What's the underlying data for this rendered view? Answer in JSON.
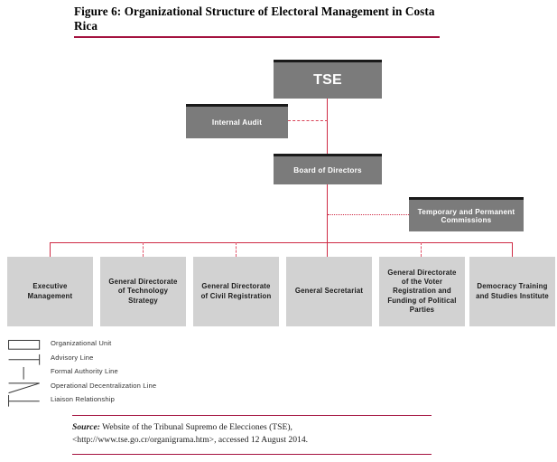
{
  "figure": {
    "title": "Figure 6: Organizational Structure of\nElectoral Management in Costa Rica",
    "rule_color": "#a4123f"
  },
  "chart_data": {
    "type": "diagram",
    "title": "Figure 6: Organizational Structure of Electoral Management in Costa Rica",
    "diagram_kind": "organizational-chart",
    "nodes": [
      {
        "id": "tse",
        "label": "TSE",
        "level": 0,
        "style": "dark"
      },
      {
        "id": "audit",
        "label": "Internal Audit",
        "level": 1,
        "style": "dark"
      },
      {
        "id": "board",
        "label": "Board of Directors",
        "level": 1,
        "style": "dark"
      },
      {
        "id": "commissions",
        "label": "Temporary and Permanent\nCommissions",
        "level": 2,
        "style": "dark"
      },
      {
        "id": "unit-0",
        "label": "Executive\nManagement",
        "level": 3,
        "style": "light"
      },
      {
        "id": "unit-1",
        "label": "General Directorate\nof Technology\nStrategy",
        "level": 3,
        "style": "light"
      },
      {
        "id": "unit-2",
        "label": "General Directorate\nof Civil Registration",
        "level": 3,
        "style": "light"
      },
      {
        "id": "unit-3",
        "label": "General Secretariat",
        "level": 3,
        "style": "light"
      },
      {
        "id": "unit-4",
        "label": "General Directorate\nof the Voter\nRegistration and\nFunding of Political\nParties",
        "level": 3,
        "style": "light"
      },
      {
        "id": "unit-5",
        "label": "Democracy Training\nand Studies Institute",
        "level": 3,
        "style": "light"
      }
    ],
    "edges": [
      {
        "from": "tse",
        "to": "board",
        "kind": "formal-authority"
      },
      {
        "from": "audit",
        "to": "tse",
        "kind": "advisory"
      },
      {
        "from": "board",
        "to": "commissions",
        "kind": "liaison"
      },
      {
        "from": "board",
        "to": "unit-0",
        "kind": "formal-authority"
      },
      {
        "from": "board",
        "to": "unit-1",
        "kind": "operational-decentralization"
      },
      {
        "from": "board",
        "to": "unit-2",
        "kind": "operational-decentralization"
      },
      {
        "from": "board",
        "to": "unit-3",
        "kind": "formal-authority"
      },
      {
        "from": "board",
        "to": "unit-4",
        "kind": "operational-decentralization"
      },
      {
        "from": "board",
        "to": "unit-5",
        "kind": "formal-authority"
      }
    ],
    "colors": {
      "node_dark": "#7b7b7b",
      "node_light": "#d2d2d2",
      "connector": "#cf2b45",
      "rule": "#a4123f"
    }
  },
  "nodes": {
    "tse": "TSE",
    "audit": "Internal Audit",
    "board": "Board of Directors",
    "commissions": "Temporary and Permanent\nCommissions",
    "units": [
      "Executive\nManagement",
      "General Directorate\nof Technology\nStrategy",
      "General Directorate\nof Civil Registration",
      "General Secretariat",
      "General Directorate\nof the Voter\nRegistration and\nFunding of Political\nParties",
      "Democracy Training\nand Studies Institute"
    ]
  },
  "legend": {
    "items": [
      {
        "symbol": "rectangle",
        "label": "Organizational Unit"
      },
      {
        "symbol": "line-right-tick",
        "label": "Advisory Line"
      },
      {
        "symbol": "vertical-line",
        "label": "Formal Authority Line"
      },
      {
        "symbol": "zigzag",
        "label": "Operational Decentralization Line"
      },
      {
        "symbol": "line-left-tick",
        "label": "Liaison Relationship"
      }
    ]
  },
  "source": {
    "label": "Source:",
    "line1": " Website of the Tribunal Supremo de Elecciones (TSE),",
    "line2": "<http://www.tse.go.cr/organigrama.htm>, accessed 12 August 2014."
  }
}
